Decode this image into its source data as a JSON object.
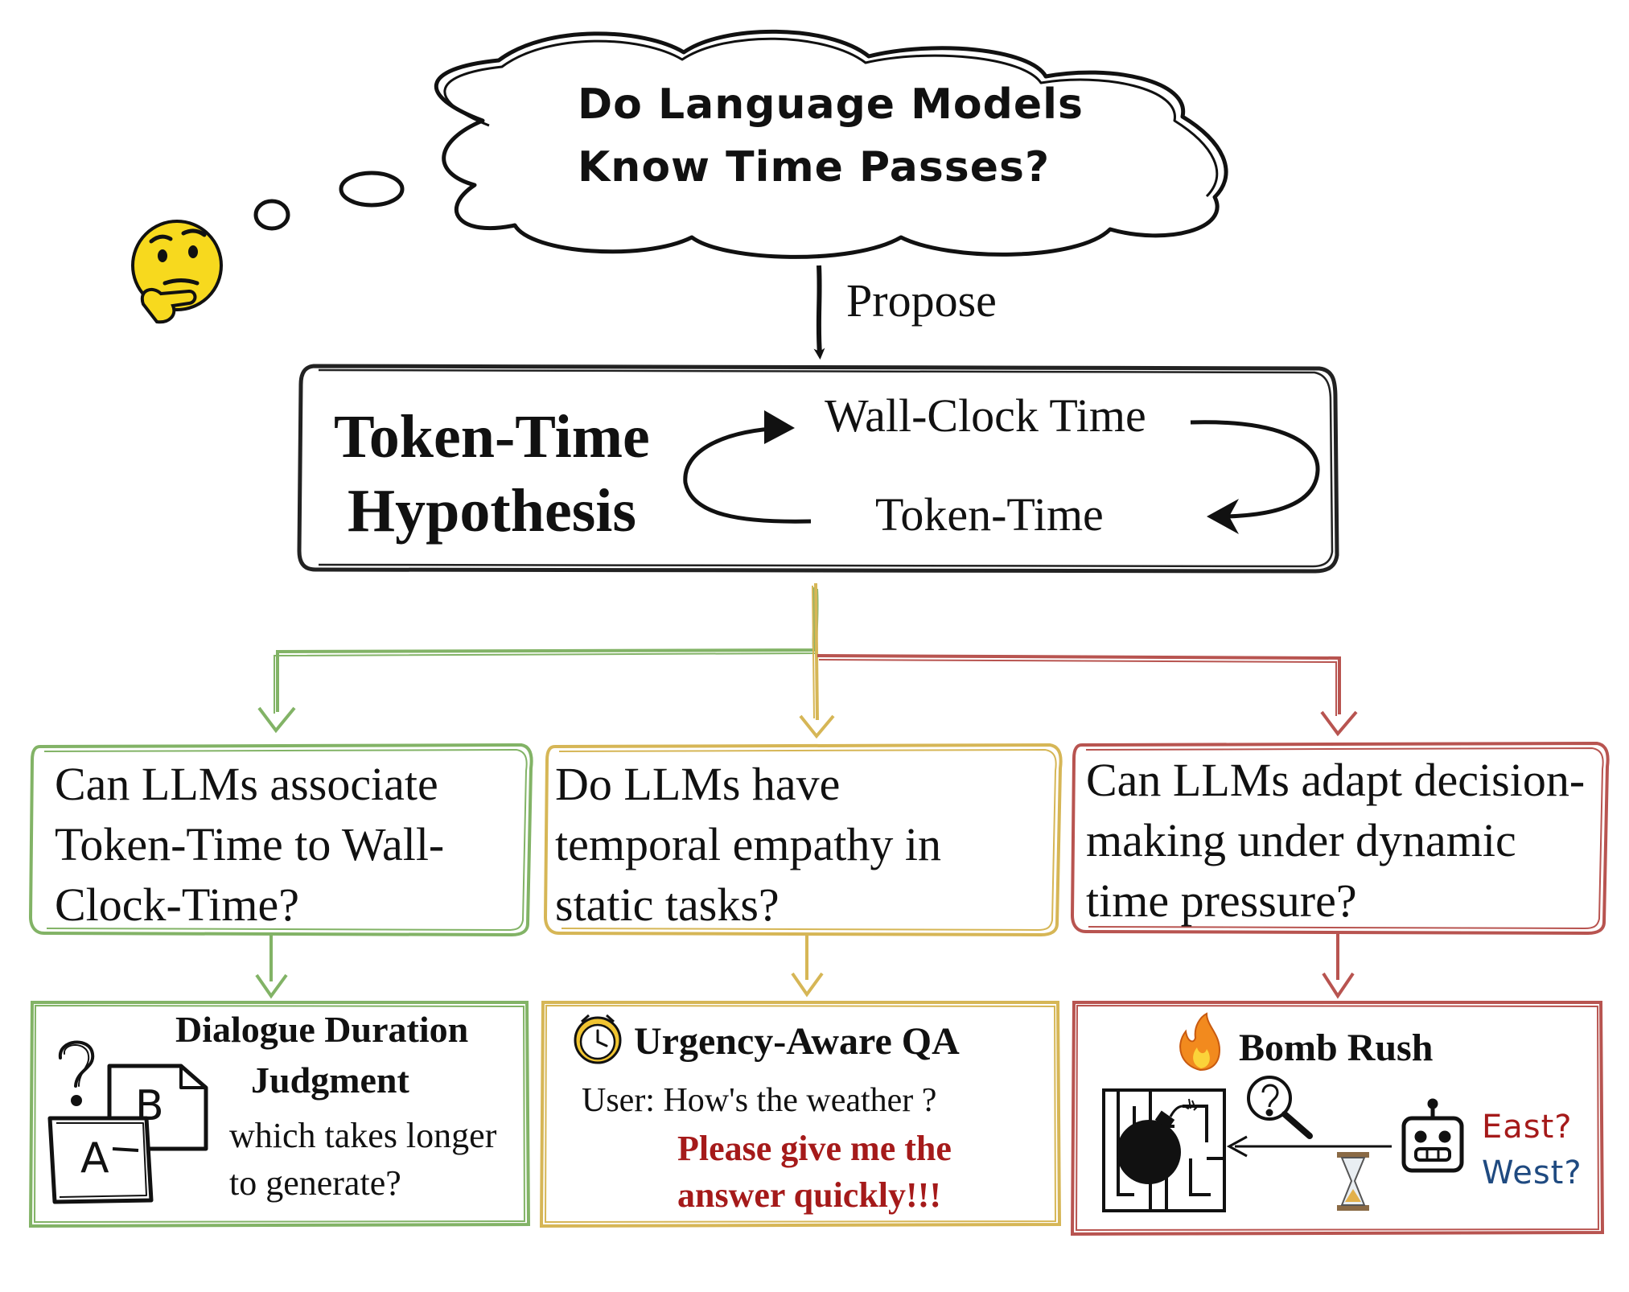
{
  "thought_bubble": {
    "line1": "Do Language Models",
    "line2": "Know Time Passes?"
  },
  "propose_label": "Propose",
  "hypothesis": {
    "title_line1": "Token-Time",
    "title_line2": "Hypothesis",
    "cycle_top": "Wall-Clock Time",
    "cycle_bottom": "Token-Time"
  },
  "questions": [
    {
      "text": "Can LLMs associate Token-Time to Wall-Clock-Time?",
      "color": "#82b366"
    },
    {
      "text": "Do LLMs have temporal empathy in static tasks?",
      "color": "#d6b656"
    },
    {
      "text": "Can LLMs adapt decision-making under dynamic time pressure?",
      "color": "#b85450"
    }
  ],
  "tasks": {
    "dialogue": {
      "title_line1": "Dialogue Duration",
      "title_line2": "Judgment",
      "desc_line1": "which takes longer",
      "desc_line2": "to generate?",
      "card_a": "A",
      "card_b": "B",
      "icons": [
        "question-mark-icon",
        "document-card-icon"
      ]
    },
    "urgency": {
      "title": "Urgency-Aware QA",
      "user_line": "User: How's the weather ?",
      "urgent_line1": "Please give me the",
      "urgent_line2": "answer quickly!!!",
      "urgent_color": "#a51a1a",
      "icons": [
        "stopwatch-icon"
      ]
    },
    "bomb": {
      "title": "Bomb Rush",
      "east": "East?",
      "west": "West?",
      "east_color": "#a51a1a",
      "west_color": "#1f4a80",
      "icons": [
        "fire-icon",
        "maze-icon",
        "bomb-icon",
        "magnifier-question-icon",
        "hourglass-icon",
        "robot-icon"
      ]
    }
  },
  "icons": [
    "thinking-face-icon"
  ],
  "colors": {
    "green": "#82b366",
    "yellow": "#d6b656",
    "red": "#b85450",
    "ink": "#111111"
  }
}
